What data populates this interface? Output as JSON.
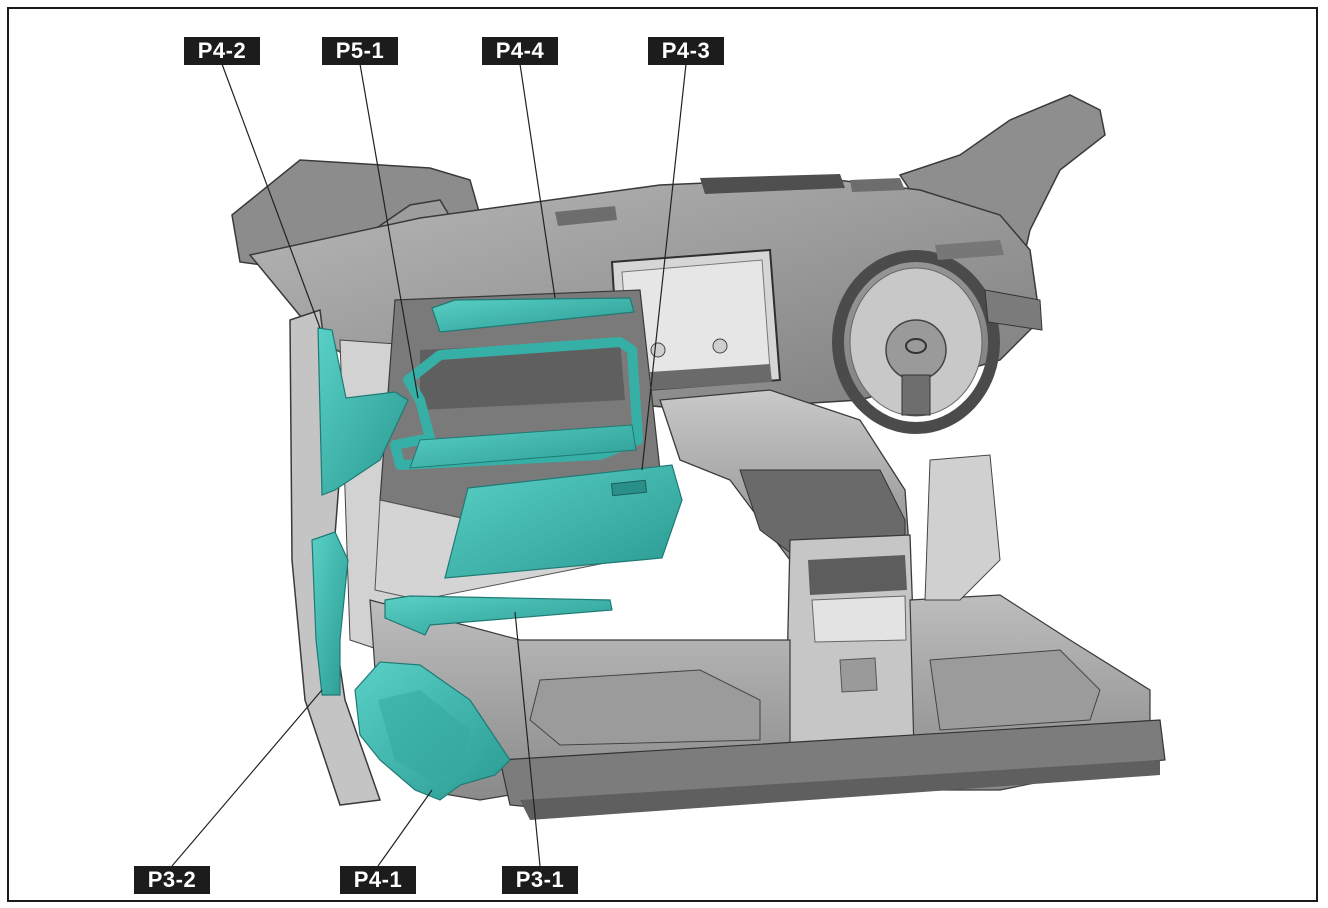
{
  "diagram": {
    "callouts": {
      "p4_2": "P4-2",
      "p5_1": "P5-1",
      "p4_4": "P4-4",
      "p4_3": "P4-3",
      "p3_2": "P3-2",
      "p4_1": "P4-1",
      "p3_1": "P3-1"
    },
    "colors": {
      "highlight": "#3fbdb4",
      "highlight_dark": "#2a9a92",
      "body_gray": "#a9a9a9",
      "dark_gray": "#555555",
      "label_bg": "#1c1c1c"
    }
  }
}
